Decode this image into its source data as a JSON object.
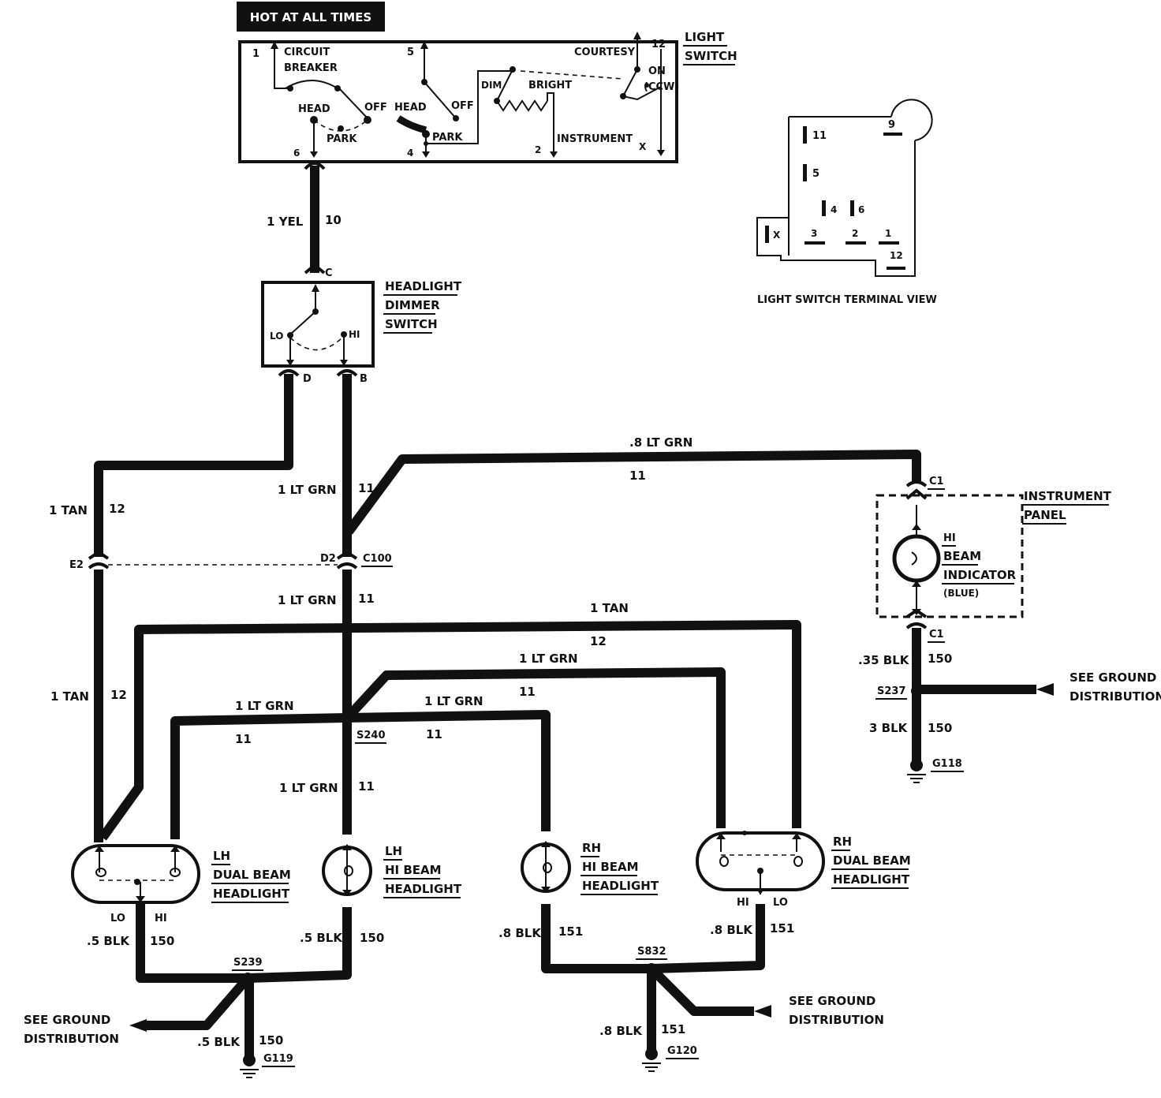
{
  "hot_banner": "HOT AT ALL TIMES",
  "light_switch": {
    "title_1": "LIGHT",
    "title_2": "SWITCH",
    "circuit_1": "CIRCUIT",
    "circuit_2": "BREAKER",
    "head_1": "HEAD",
    "off_1": "OFF",
    "park_1": "PARK",
    "head_2": "HEAD",
    "off_2": "OFF",
    "park_2": "PARK",
    "dim": "DIM",
    "bright": "BRIGHT",
    "instrument": "INSTRUMENT",
    "courtesy": "COURTESY",
    "on": "ON",
    "ccw": "(CCW)",
    "pins": {
      "p1": "1",
      "p5": "5",
      "p12": "12",
      "p6": "6",
      "p4": "4",
      "p2": "2",
      "px": "X"
    }
  },
  "terminal_view": {
    "caption": "LIGHT SWITCH TERMINAL VIEW",
    "t11": "11",
    "t9": "9",
    "t5": "5",
    "t4": "4",
    "t6": "6",
    "tx": "X",
    "t3": "3",
    "t2": "2",
    "t1": "1",
    "t12": "12"
  },
  "dimmer": {
    "title_1": "HEADLIGHT",
    "title_2": "DIMMER",
    "title_3": "SWITCH",
    "lo": "LO",
    "hi": "HI",
    "pin_c": "C",
    "pin_d": "D",
    "pin_b": "B"
  },
  "wires": {
    "yel_size": "1 YEL",
    "yel_ckt": "10",
    "tan_size": "1 TAN",
    "tan_ckt": "12",
    "ltgrn_size": "1 LT GRN",
    "ltgrn_ckt": "11",
    "ltgrn8_size": ".8 LT GRN",
    "blk35_size": ".35 BLK",
    "blk3_size": "3 BLK",
    "blk_ckt150": "150",
    "blk5_size": ".5 BLK",
    "blk8_size": ".8 BLK",
    "blk_ckt151": "151"
  },
  "connectors": {
    "e2": "E2",
    "d2": "D2",
    "c100": "C100",
    "c1": "C1",
    "s237": "S237",
    "s240": "S240",
    "s239": "S239",
    "s832": "S832",
    "g118": "G118",
    "g119": "G119",
    "g120": "G120"
  },
  "instrument_panel": {
    "title_1": "INSTRUMENT",
    "title_2": "PANEL",
    "ind_1": "HI",
    "ind_2": "BEAM",
    "ind_3": "INDICATOR",
    "ind_4": "(BLUE)"
  },
  "lamps": {
    "lh_dual": [
      "LH",
      "DUAL BEAM",
      "HEADLIGHT"
    ],
    "lh_hi": [
      "LH",
      "HI BEAM",
      "HEADLIGHT"
    ],
    "rh_hi": [
      "RH",
      "HI BEAM",
      "HEADLIGHT"
    ],
    "rh_dual": [
      "RH",
      "DUAL BEAM",
      "HEADLIGHT"
    ],
    "lo": "LO",
    "hi": "HI"
  },
  "ground_ref": [
    "SEE GROUND",
    "DISTRIBUTION"
  ]
}
